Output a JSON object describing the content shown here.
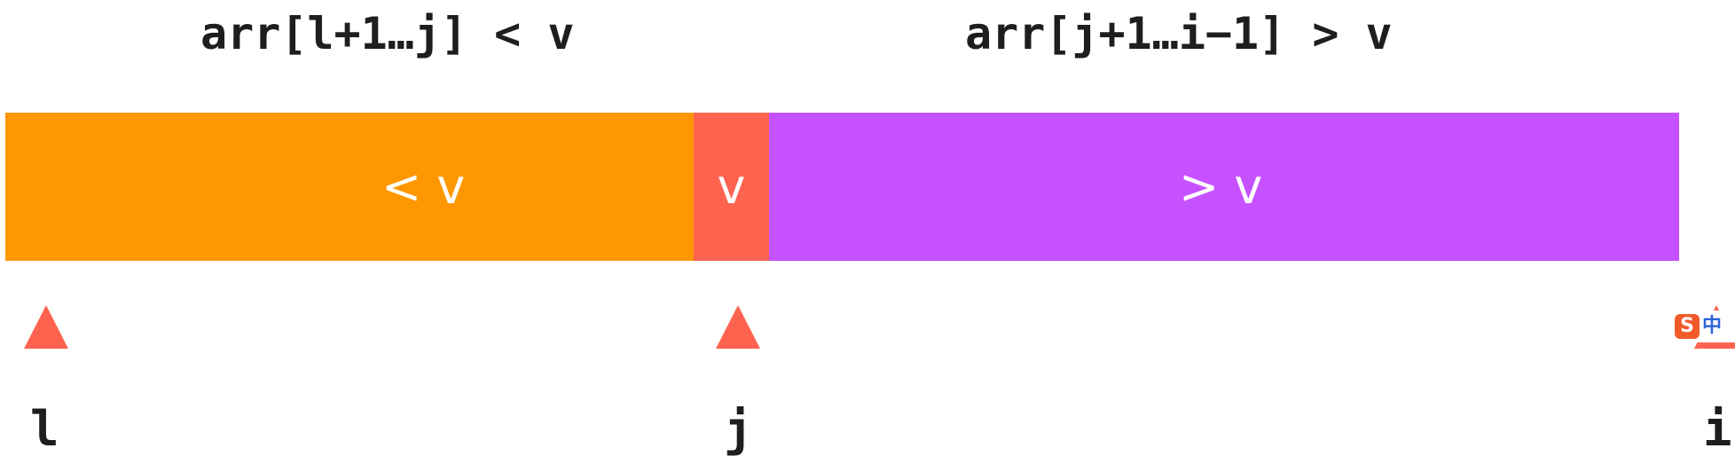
{
  "regions": {
    "left_condition": "arr[l+1…j] < v",
    "right_condition": "arr[j+1…i−1] > v"
  },
  "segments": [
    {
      "name": "less",
      "label": "< v",
      "color": "#fe9700"
    },
    {
      "name": "pivot",
      "label": "v",
      "color": "#fe6350"
    },
    {
      "name": "greater",
      "label": "> v",
      "color": "#c652ff"
    }
  ],
  "pointers": [
    {
      "index": "l",
      "color": "#fe6350"
    },
    {
      "index": "j",
      "color": "#fe6350"
    },
    {
      "index": "i",
      "color": "#fe6350"
    }
  ],
  "ime_indicator": {
    "brand_letter": "S",
    "mode": "中"
  }
}
